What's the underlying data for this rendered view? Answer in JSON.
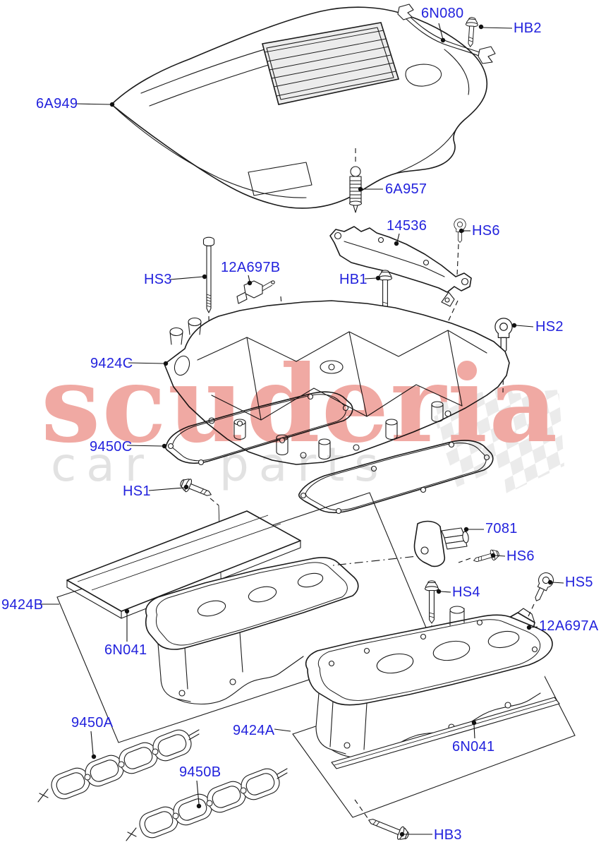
{
  "diagram": {
    "type": "exploded-parts-diagram",
    "subject": "Intake manifold, engine cover and gaskets",
    "label_color": "#2222dd",
    "line_color": "#1a1a1a"
  },
  "watermark": {
    "brand": "scuderia",
    "subtitle": "car parts",
    "brand_color": "#f0a9a3",
    "subtitle_color": "#e2e2e2",
    "flag_color": "#ebebeb"
  },
  "callouts": [
    {
      "text": "6N080"
    },
    {
      "text": "HB2"
    },
    {
      "text": "6A949"
    },
    {
      "text": "6A957"
    },
    {
      "text": "14536"
    },
    {
      "text": "HS6"
    },
    {
      "text": "HS3"
    },
    {
      "text": "12A697B"
    },
    {
      "text": "HB1"
    },
    {
      "text": "HS2"
    },
    {
      "text": "9424C"
    },
    {
      "text": "9450C"
    },
    {
      "text": "HS1"
    },
    {
      "text": "7081"
    },
    {
      "text": "HS6"
    },
    {
      "text": "HS4"
    },
    {
      "text": "HS5"
    },
    {
      "text": "12A697A"
    },
    {
      "text": "9424B"
    },
    {
      "text": "6N041"
    },
    {
      "text": "9450A"
    },
    {
      "text": "9424A"
    },
    {
      "text": "9450B"
    },
    {
      "text": "6N041"
    },
    {
      "text": "HB3"
    }
  ]
}
